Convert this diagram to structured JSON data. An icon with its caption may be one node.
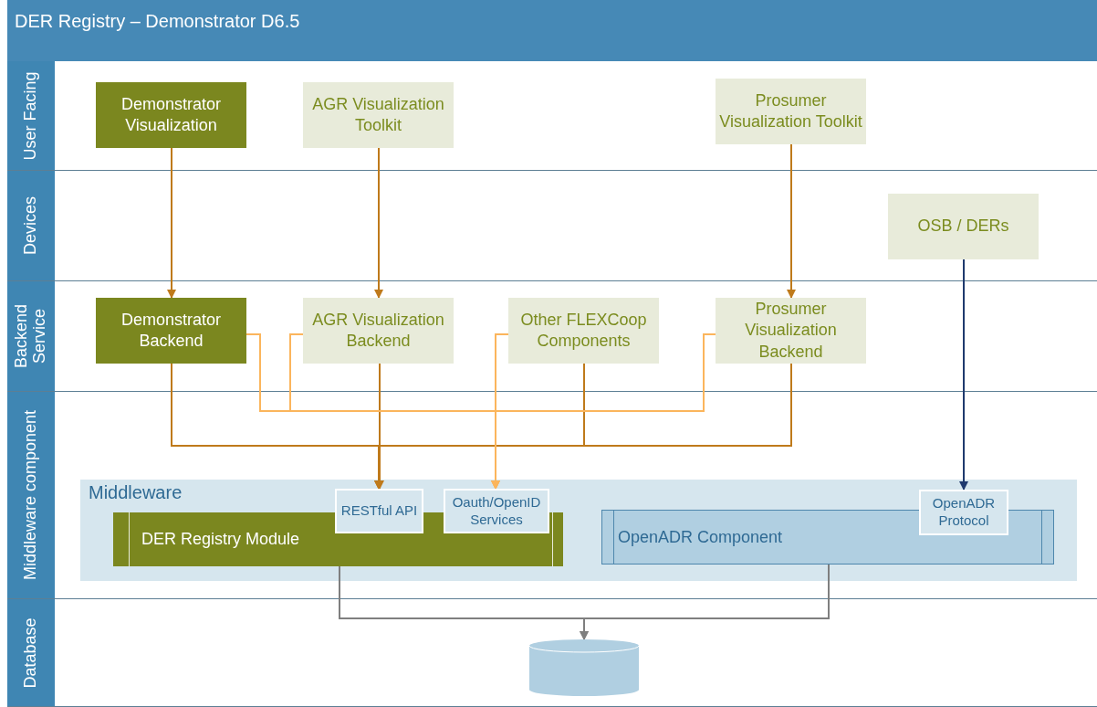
{
  "diagram": {
    "title": "DER Registry – Demonstrator D6.5",
    "nodes": [
      {
        "text": [
          "User Facing"
        ]
      },
      {
        "text": [
          "Demonstrator Visualization"
        ],
        "in": 0
      },
      {
        "text": [
          "AGR Visualization Toolkit"
        ],
        "in": 0
      },
      {
        "text": [
          "Prosumer Visualization Toolkit"
        ],
        "in": 0
      },
      {
        "text": [
          "Devices"
        ]
      },
      {
        "text": [
          "OSB / DERs"
        ],
        "in": 4
      },
      {
        "text": [
          "Backend Service"
        ]
      },
      {
        "text": [
          "Demonstrator Backend"
        ],
        "in": 6
      },
      {
        "text": [
          "AGR Visualization Backend"
        ],
        "in": 6
      },
      {
        "text": [
          "Other FLEXCoop Components"
        ],
        "in": 6
      },
      {
        "text": [
          "Prosumer Visualization Backend"
        ],
        "in": 6
      },
      {
        "text": [
          "Middleware component"
        ]
      },
      {
        "text": [
          "Middleware"
        ],
        "in": 11
      },
      {
        "text": [
          "DER Registry Module"
        ],
        "in": 12
      },
      {
        "text": [
          "RESTful API"
        ],
        "in": 12
      },
      {
        "text": [
          "Oauth/OpenID Services"
        ],
        "in": 12
      },
      {
        "text": [
          "OpenADR Component"
        ],
        "in": 12
      },
      {
        "text": [
          "OpenADR Protocol"
        ],
        "in": 12
      },
      {
        "text": [
          "Database"
        ]
      },
      {
        "text": [],
        "shape": "cylinder",
        "in": 18
      }
    ],
    "edges": [
      {
        "from": 1,
        "to": 7,
        "arrow": "to"
      },
      {
        "from": 2,
        "to": 8,
        "arrow": "to"
      },
      {
        "from": 3,
        "to": 10,
        "arrow": "to"
      },
      {
        "from": 5,
        "to": 17,
        "arrow": "to",
        "color": "#1f3a6e"
      },
      {
        "from": 7,
        "to": 14,
        "arrow": "to"
      },
      {
        "from": 8,
        "to": 14,
        "arrow": "to"
      },
      {
        "from": 9,
        "to": 14,
        "arrow": "to"
      },
      {
        "from": 10,
        "to": 14,
        "arrow": "to"
      },
      {
        "from": 7,
        "to": 15,
        "arrow": "to",
        "color": "#fbb55c"
      },
      {
        "from": 8,
        "to": 15,
        "arrow": "to",
        "color": "#fbb55c"
      },
      {
        "from": 9,
        "to": 15,
        "arrow": "to",
        "color": "#fbb55c"
      },
      {
        "from": 10,
        "to": 15,
        "arrow": "to",
        "color": "#fbb55c"
      },
      {
        "from": 13,
        "to": 19,
        "arrow": "to",
        "color": "#7f7f7f"
      },
      {
        "from": 16,
        "to": 19,
        "arrow": "to",
        "color": "#7f7f7f"
      }
    ]
  }
}
